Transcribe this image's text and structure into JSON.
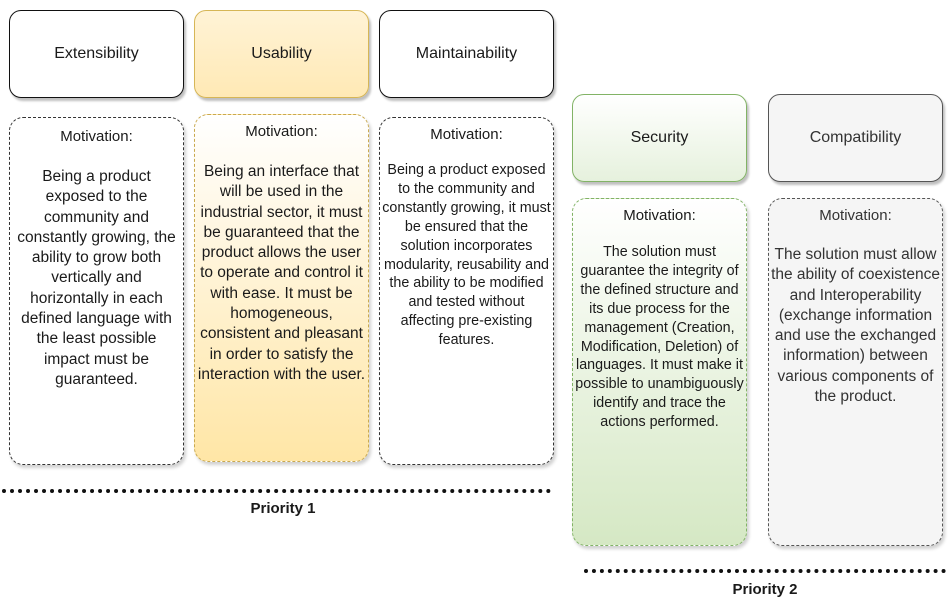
{
  "priority1": {
    "label": "Priority 1",
    "cards": [
      {
        "title": "Extensibility",
        "motivation": "Motivation:",
        "text": "Being a product exposed to the community and constantly growing, the ability to grow both vertically and horizontally in each defined language with the least possible impact must be guaranteed."
      },
      {
        "title": "Usability",
        "motivation": "Motivation:",
        "text": "Being an interface that will be used in the industrial sector, it must be guaranteed that the product allows the user to operate and control it with ease. It must be homogeneous, consistent and pleasant in order to satisfy the interaction with the user."
      },
      {
        "title": "Maintainability",
        "motivation": "Motivation:",
        "text": "Being a product exposed to the community and constantly growing, it must be ensured that the solution incorporates modularity, reusability and the ability to be modified and tested without affecting pre-existing features."
      }
    ]
  },
  "priority2": {
    "label": "Priority 2",
    "cards": [
      {
        "title": "Security",
        "motivation": "Motivation:",
        "text": "The solution must guarantee the integrity of the defined structure and its due process for the management (Creation, Modification, Deletion) of languages. It must make it possible to unambiguously identify and trace the actions performed."
      },
      {
        "title": "Compatibility",
        "motivation": "Motivation:",
        "text": "The solution must allow the ability of coexistence and Interoperability (exchange information and use the exchanged information) between various components of the product."
      }
    ]
  },
  "colors": {
    "usability_fill_top": "#fff3d6",
    "usability_fill_bottom": "#ffe5a3",
    "usability_border": "#d6b656",
    "security_fill_top": "#f3f9ef",
    "security_fill_bottom": "#d5e8c4",
    "security_border": "#82b366",
    "compatibility_fill": "#f5f5f5",
    "compatibility_border": "#666666",
    "compatibility_text": "#333333"
  }
}
